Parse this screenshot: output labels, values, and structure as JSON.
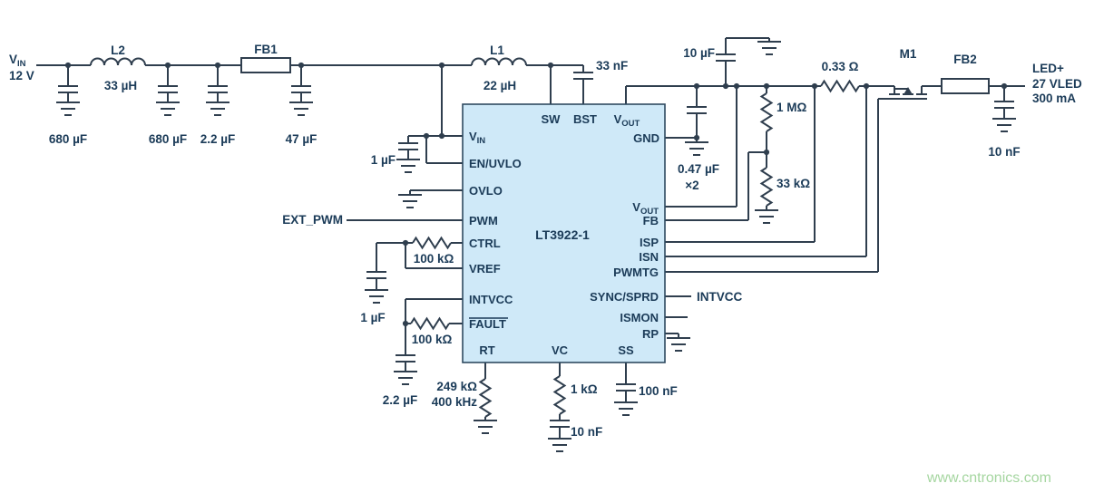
{
  "colors": {
    "line": "#2f3e4e",
    "text": "#1b3b58",
    "ic_fill": "#cfe9f8",
    "watermark": "#a5d6a0"
  },
  "input": {
    "vin_main": "V",
    "vin_sub": "IN",
    "vin_value": "12 V",
    "c1": "680 µF",
    "l2_ref": "L2",
    "l2_value": "33 µH",
    "c2": "680 µF",
    "c3": "2.2 µF",
    "fb1": "FB1",
    "c4": "47 µF"
  },
  "power_stage": {
    "l1_ref": "L1",
    "l1_value": "22 µH",
    "c_bst": "33 nF",
    "c_vin": "1 µF"
  },
  "ic": {
    "part": "LT3922-1",
    "pins": {
      "sw": "SW",
      "bst": "BST",
      "vout_main": "V",
      "vout_sub": "OUT",
      "gnd": "GND",
      "vin_main": "V",
      "vin_sub": "IN",
      "en_uvlo": "EN/UVLO",
      "ovlo": "OVLO",
      "pwm": "PWM",
      "ctrl": "CTRL",
      "vref": "VREF",
      "intvcc": "INTVCC",
      "fault": "FAULT",
      "rt": "RT",
      "vc": "VC",
      "ss": "SS",
      "vout2_main": "V",
      "vout2_sub": "OUT",
      "fb": "FB",
      "isp": "ISP",
      "isn": "ISN",
      "pwmtg": "PWMTG",
      "sync_sprd": "SYNC/SPRD",
      "ismon": "ISMON",
      "rp": "RP"
    }
  },
  "control": {
    "ext_pwm": "EXT_PWM",
    "r_ctrl": "100 kΩ",
    "c_ctrl": "1 µF",
    "r_fault": "100 kΩ",
    "c_intvcc": "2.2 µF",
    "r_rt": "249 kΩ",
    "rt_freq": "400 kHz",
    "r_vc": "1 kΩ",
    "c_vc": "10 nF",
    "c_ss": "100 nF",
    "intvcc_net": "INTVCC"
  },
  "output": {
    "c_hf": "10 µF",
    "c_out": "0.47 µF",
    "c_out_qty": "×2",
    "r_fb_top": "1 MΩ",
    "r_fb_bot": "33 kΩ",
    "r_sense": "0.33 Ω",
    "m1": "M1",
    "fb2": "FB2",
    "led_label": "LED+",
    "led_voltage": "27 VLED",
    "led_current": "300 mA",
    "c_led": "10 nF"
  },
  "watermark": "www.cntronics.com"
}
